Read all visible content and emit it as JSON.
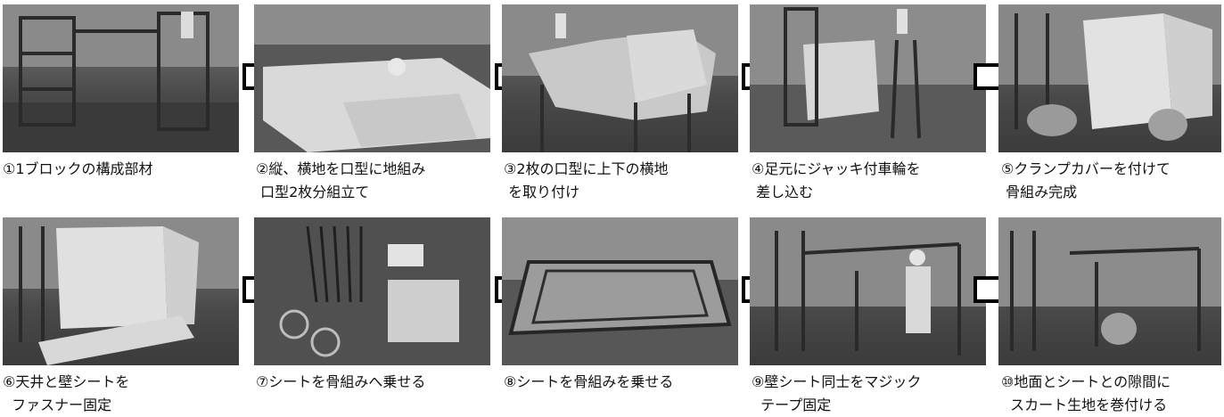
{
  "steps": [
    {
      "number": "①",
      "caption": "①1ブロックの構成部材"
    },
    {
      "number": "②",
      "caption": "②縦、横地を口型に地組み\n 口型2枚分組立て"
    },
    {
      "number": "③",
      "caption": "③2枚の口型に上下の横地\n を取り付け"
    },
    {
      "number": "④",
      "caption": "④足元にジャッキ付車輪を\n 差し込む"
    },
    {
      "number": "⑤",
      "caption": "⑤クランプカバーを付けて\n 骨組み完成"
    },
    {
      "number": "⑥",
      "caption": "⑥天井と壁シートを\n  ファスナー固定"
    },
    {
      "number": "⑦",
      "caption": "⑦シートを骨組みへ乗せる"
    },
    {
      "number": "⑧",
      "caption": "⑧シートを骨組みを乗せる"
    },
    {
      "number": "⑨",
      "caption": "⑨壁シート同士をマジック\n  テープ固定"
    },
    {
      "number": "⑩",
      "caption": "⑩地面とシートとの隙間に\n  スカート生地を巻付ける"
    }
  ],
  "arrow_icon": "right-arrow-icon",
  "colors": {
    "arrow_stroke": "#000000",
    "arrow_fill": "#ffffff"
  }
}
